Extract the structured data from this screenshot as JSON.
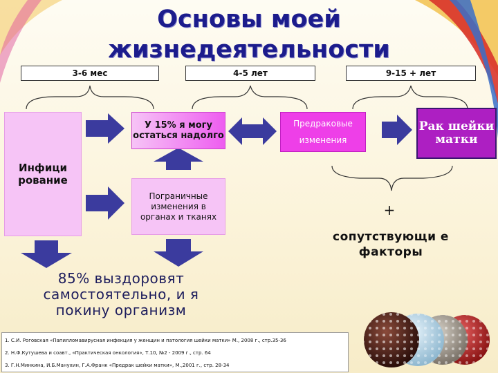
{
  "title": "Основы моей жизнедеятельности",
  "timeline": [
    "3-6 мес",
    "4-5 лет",
    "9-15 + лет"
  ],
  "boxes": {
    "infection": "Инфици рование",
    "stay_long": "У 15% я могу остаться надолго",
    "precancer": "Предраковые изменения",
    "cancer": "Рак шейки матки",
    "border_changes": "Пограничные изменения в органах и тканях"
  },
  "recover_text": "85% выздоровят самостоятельно, и я покину организм",
  "plus": "+",
  "factors": "сопутствующи е факторы",
  "references": [
    "1. С.И. Роговская «Папилломавирусная инфекция у женщин и патология шейки матки» М., 2008 г., стр.35-36",
    "2. Н.Ф.Кутушева и соавт., «Практическая онкология», Т.10, №2 - 2009 г., стр. 64",
    "3. Г.Н.Минкина, И.Б.Манухин, Г.А.Франк «Предрак шейки матки», М.,2001 г., стр. 28-34"
  ],
  "colors": {
    "title": "#1c1c8c",
    "arrow": "#3b3b9e",
    "light_pink": "#f6c4f6",
    "magenta": "#ee3fe8",
    "purple": "#ad1fc2"
  }
}
